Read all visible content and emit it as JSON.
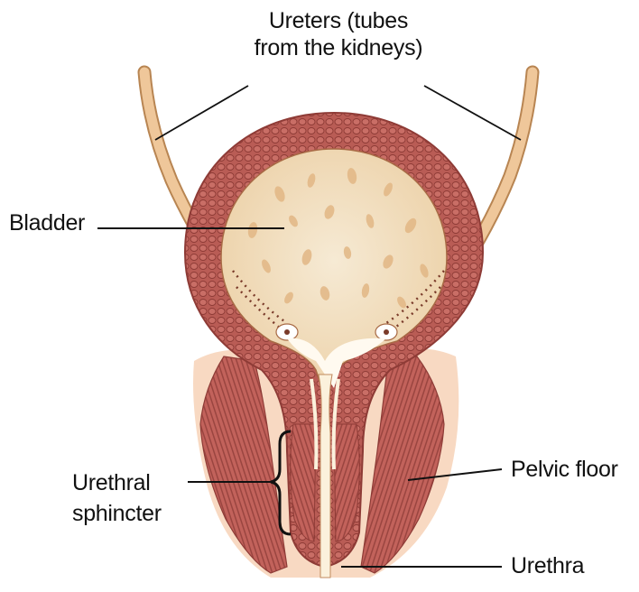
{
  "labels": {
    "ureters_line1": "Ureters (tubes",
    "ureters_line2": "from the kidneys)",
    "bladder": "Bladder",
    "urethral_line1": "Urethral",
    "urethral_line2": "sphincter",
    "pelvic_floor": "Pelvic floor",
    "urethra": "Urethra"
  },
  "colors": {
    "muscle_wall": "#b95c55",
    "muscle_dark": "#8e3b36",
    "bladder_interior": "#f1dcb8",
    "ureter": "#efc79a",
    "ureter_edge": "#b88552",
    "skin_background": "#f8d9c2",
    "urethra_lumen": "#fbf1dc",
    "leader_line": "#111111"
  }
}
